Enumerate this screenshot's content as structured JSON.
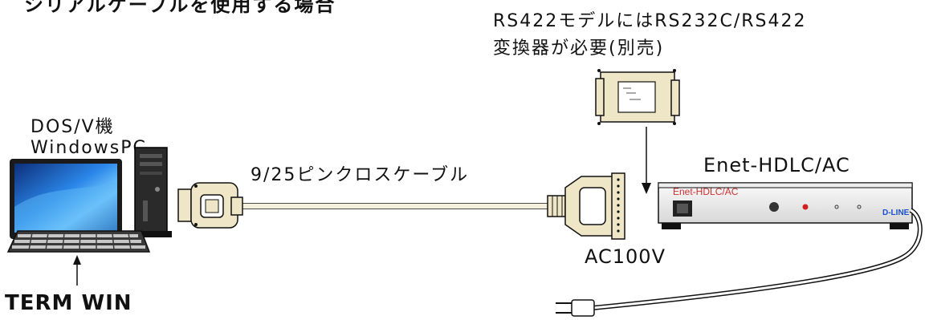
{
  "labels": {
    "heading": "シリアルケーブルを使用する場合",
    "converter_note_line1": "RS422モデルにはRS232C/RS422",
    "converter_note_line2": "変換器が必要(別売)",
    "pc_type_line1": "DOS/V機",
    "pc_type_line2": "WindowsPC",
    "cable": "9/25ピンクロスケーブル",
    "device_title": "Enet-HDLC/AC",
    "device_front_label": "Enet-HDLC/AC",
    "device_logo": "D-LINE",
    "power": "AC100V",
    "software": "TERM WIN"
  },
  "colors": {
    "device_front_label": "#d03030",
    "device_logo": "#1a4fd0",
    "monitor_screen": "#1e6fd8",
    "line": "#111111"
  },
  "icons": [
    "desktop-pc-icon",
    "keyboard-icon",
    "converter-icon",
    "db9-connector-icon",
    "db25-connector-icon",
    "device-box-icon",
    "power-plug-icon"
  ]
}
